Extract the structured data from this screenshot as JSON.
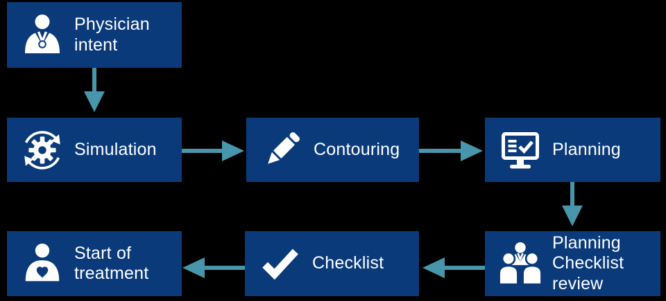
{
  "colors": {
    "background": "#000000",
    "box_fill": "#0a3a7a",
    "arrow": "#4896ab",
    "text": "#ffffff",
    "icons": "#ffffff"
  },
  "diagram": {
    "nodes": [
      {
        "id": "physician-intent",
        "label": "Physician intent",
        "icon": "physician-icon"
      },
      {
        "id": "simulation",
        "label": "Simulation",
        "icon": "gear-cycle-icon"
      },
      {
        "id": "contouring",
        "label": "Contouring",
        "icon": "pencil-icon"
      },
      {
        "id": "planning",
        "label": "Planning",
        "icon": "monitor-checklist-icon"
      },
      {
        "id": "planning-checklist-review",
        "label": "Planning Checklist review",
        "icon": "people-group-icon"
      },
      {
        "id": "checklist",
        "label": "Checklist",
        "icon": "checkmark-icon"
      },
      {
        "id": "start-of-treatment",
        "label": "Start of treatment",
        "icon": "patient-heart-icon"
      }
    ],
    "edges": [
      {
        "from": "physician-intent",
        "to": "simulation",
        "direction": "down"
      },
      {
        "from": "simulation",
        "to": "contouring",
        "direction": "right"
      },
      {
        "from": "contouring",
        "to": "planning",
        "direction": "right"
      },
      {
        "from": "planning",
        "to": "planning-checklist-review",
        "direction": "down"
      },
      {
        "from": "planning-checklist-review",
        "to": "checklist",
        "direction": "left"
      },
      {
        "from": "checklist",
        "to": "start-of-treatment",
        "direction": "left"
      }
    ]
  }
}
